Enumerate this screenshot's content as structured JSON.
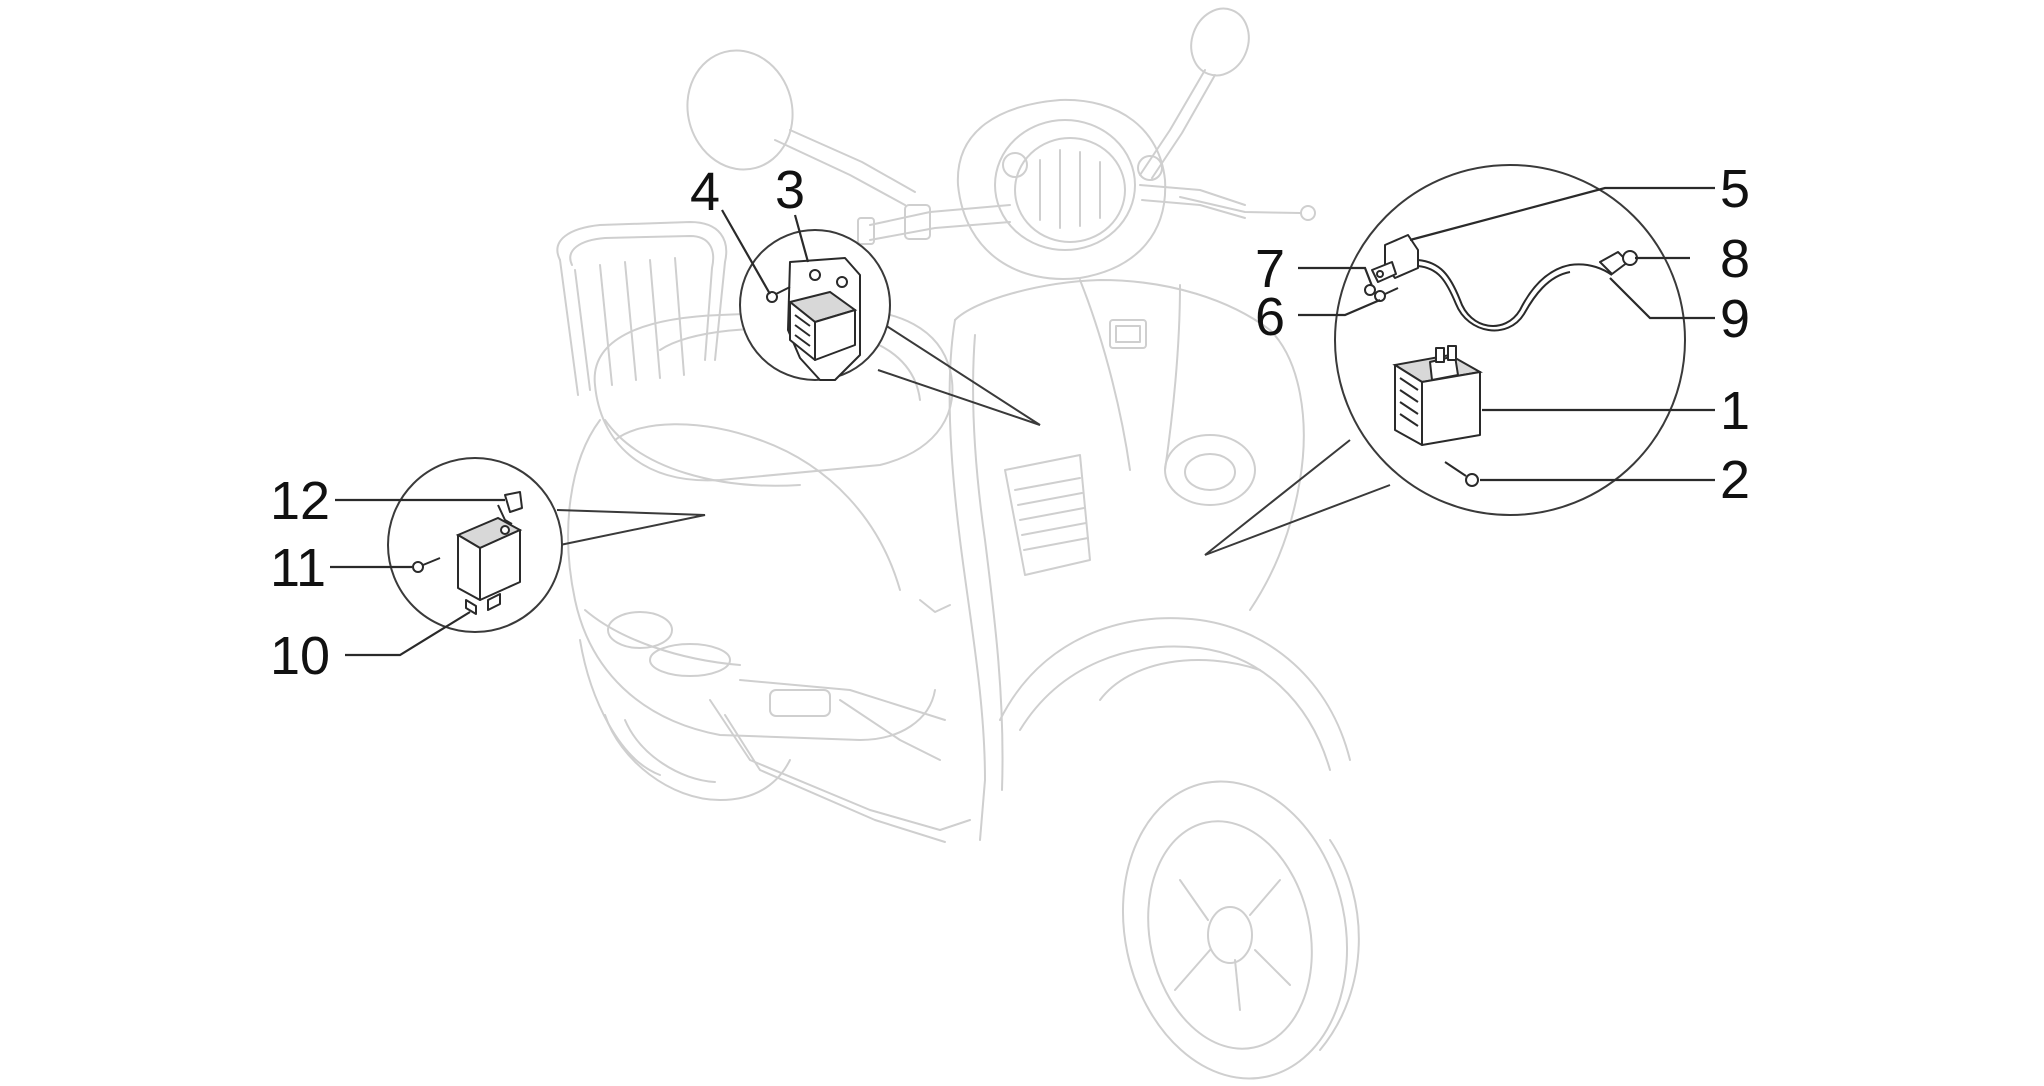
{
  "parts": [
    {
      "id": "p1",
      "number": "1"
    },
    {
      "id": "p2",
      "number": "2"
    },
    {
      "id": "p3",
      "number": "3"
    },
    {
      "id": "p4",
      "number": "4"
    },
    {
      "id": "p5",
      "number": "5"
    },
    {
      "id": "p6",
      "number": "6"
    },
    {
      "id": "p7",
      "number": "7"
    },
    {
      "id": "p8",
      "number": "8"
    },
    {
      "id": "p9",
      "number": "9"
    },
    {
      "id": "p10",
      "number": "10"
    },
    {
      "id": "p11",
      "number": "11"
    },
    {
      "id": "p12",
      "number": "12"
    }
  ],
  "colors": {
    "background": "#ffffff",
    "scooter_outline": "#cfcfcf",
    "part_outline": "#2a2a2a",
    "label_text": "#111111"
  }
}
